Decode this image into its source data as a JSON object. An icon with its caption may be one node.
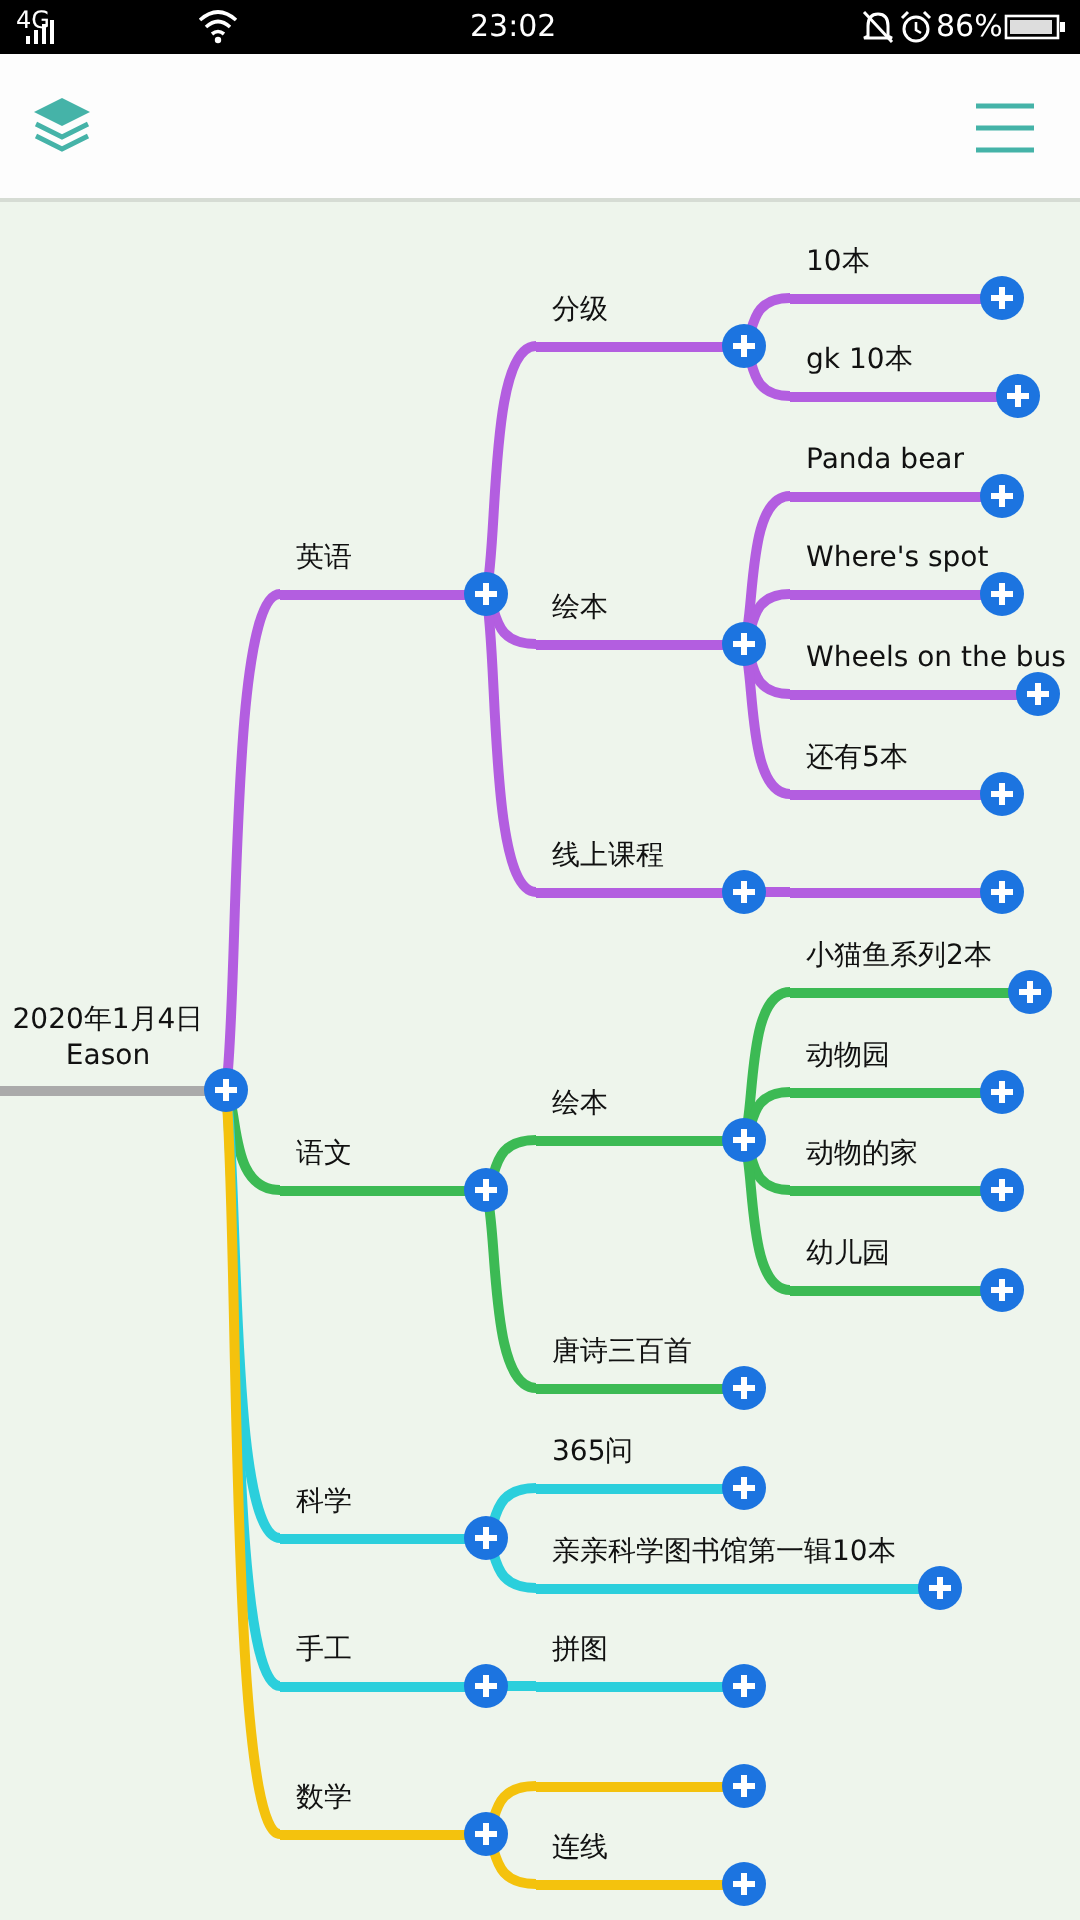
{
  "diagram": {
    "nodes": [
      {
        "text": [
          "2020年1月4日 Eason"
        ]
      },
      {
        "text": [
          "英语"
        ]
      },
      {
        "text": [
          "分级"
        ]
      },
      {
        "text": [
          "10本"
        ]
      },
      {
        "text": [
          "gk 10本"
        ]
      },
      {
        "text": [
          "绘本"
        ]
      },
      {
        "text": [
          "Panda bear"
        ]
      },
      {
        "text": [
          "Where's spot"
        ]
      },
      {
        "text": [
          "Wheels on the bus"
        ]
      },
      {
        "text": [
          "还有5本"
        ]
      },
      {
        "text": [
          "线上课程"
        ]
      },
      {
        "text": [],
        "shape": "bar"
      },
      {
        "text": [
          "语文"
        ]
      },
      {
        "text": [
          "绘本"
        ]
      },
      {
        "text": [
          "小猫鱼系列2本"
        ]
      },
      {
        "text": [
          "动物园"
        ]
      },
      {
        "text": [
          "动物的家"
        ]
      },
      {
        "text": [
          "幼儿园"
        ]
      },
      {
        "text": [
          "唐诗三百首"
        ]
      },
      {
        "text": [
          "科学"
        ]
      },
      {
        "text": [
          "365问"
        ]
      },
      {
        "text": [
          "亲亲科学图书馆第一辑10本"
        ]
      },
      {
        "text": [
          "手工"
        ]
      },
      {
        "text": [
          "拼图"
        ]
      },
      {
        "text": [
          "数学"
        ]
      },
      {
        "text": [],
        "shape": "bar"
      },
      {
        "text": [
          "连线"
        ]
      }
    ],
    "edges": [
      {
        "from": 0,
        "to": 1,
        "arrow": "none"
      },
      {
        "from": 1,
        "to": 2,
        "arrow": "none"
      },
      {
        "from": 2,
        "to": 3,
        "arrow": "none"
      },
      {
        "from": 2,
        "to": 4,
        "arrow": "none"
      },
      {
        "from": 1,
        "to": 5,
        "arrow": "none"
      },
      {
        "from": 5,
        "to": 6,
        "arrow": "none"
      },
      {
        "from": 5,
        "to": 7,
        "arrow": "none"
      },
      {
        "from": 5,
        "to": 8,
        "arrow": "none"
      },
      {
        "from": 5,
        "to": 9,
        "arrow": "none"
      },
      {
        "from": 1,
        "to": 10,
        "arrow": "none"
      },
      {
        "from": 10,
        "to": 11,
        "arrow": "none"
      },
      {
        "from": 0,
        "to": 12,
        "arrow": "none",
        "color": "#3cba54"
      },
      {
        "from": 12,
        "to": 13,
        "arrow": "none",
        "color": "#3cba54"
      },
      {
        "from": 13,
        "to": 14,
        "arrow": "none",
        "color": "#3cba54"
      },
      {
        "from": 13,
        "to": 15,
        "arrow": "none",
        "color": "#3cba54"
      },
      {
        "from": 13,
        "to": 16,
        "arrow": "none",
        "color": "#3cba54"
      },
      {
        "from": 13,
        "to": 17,
        "arrow": "none",
        "color": "#3cba54"
      },
      {
        "from": 12,
        "to": 18,
        "arrow": "none",
        "color": "#3cba54"
      },
      {
        "from": 0,
        "to": 19,
        "arrow": "none",
        "color": "#2bcfdc"
      },
      {
        "from": 19,
        "to": 20,
        "arrow": "none",
        "color": "#2bcfdc"
      },
      {
        "from": 19,
        "to": 21,
        "arrow": "none",
        "color": "#2bcfdc"
      },
      {
        "from": 0,
        "to": 22,
        "arrow": "none",
        "color": "#2bcfdc"
      },
      {
        "from": 22,
        "to": 23,
        "arrow": "none",
        "color": "#2bcfdc"
      },
      {
        "from": 0,
        "to": 24,
        "arrow": "none",
        "color": "#f4c20d"
      },
      {
        "from": 24,
        "to": 25,
        "arrow": "none",
        "color": "#f4c20d"
      },
      {
        "from": 24,
        "to": 26,
        "arrow": "none",
        "color": "#f4c20d"
      }
    ],
    "labels": [
      "4G",
      "23:02",
      "86%"
    ]
  }
}
